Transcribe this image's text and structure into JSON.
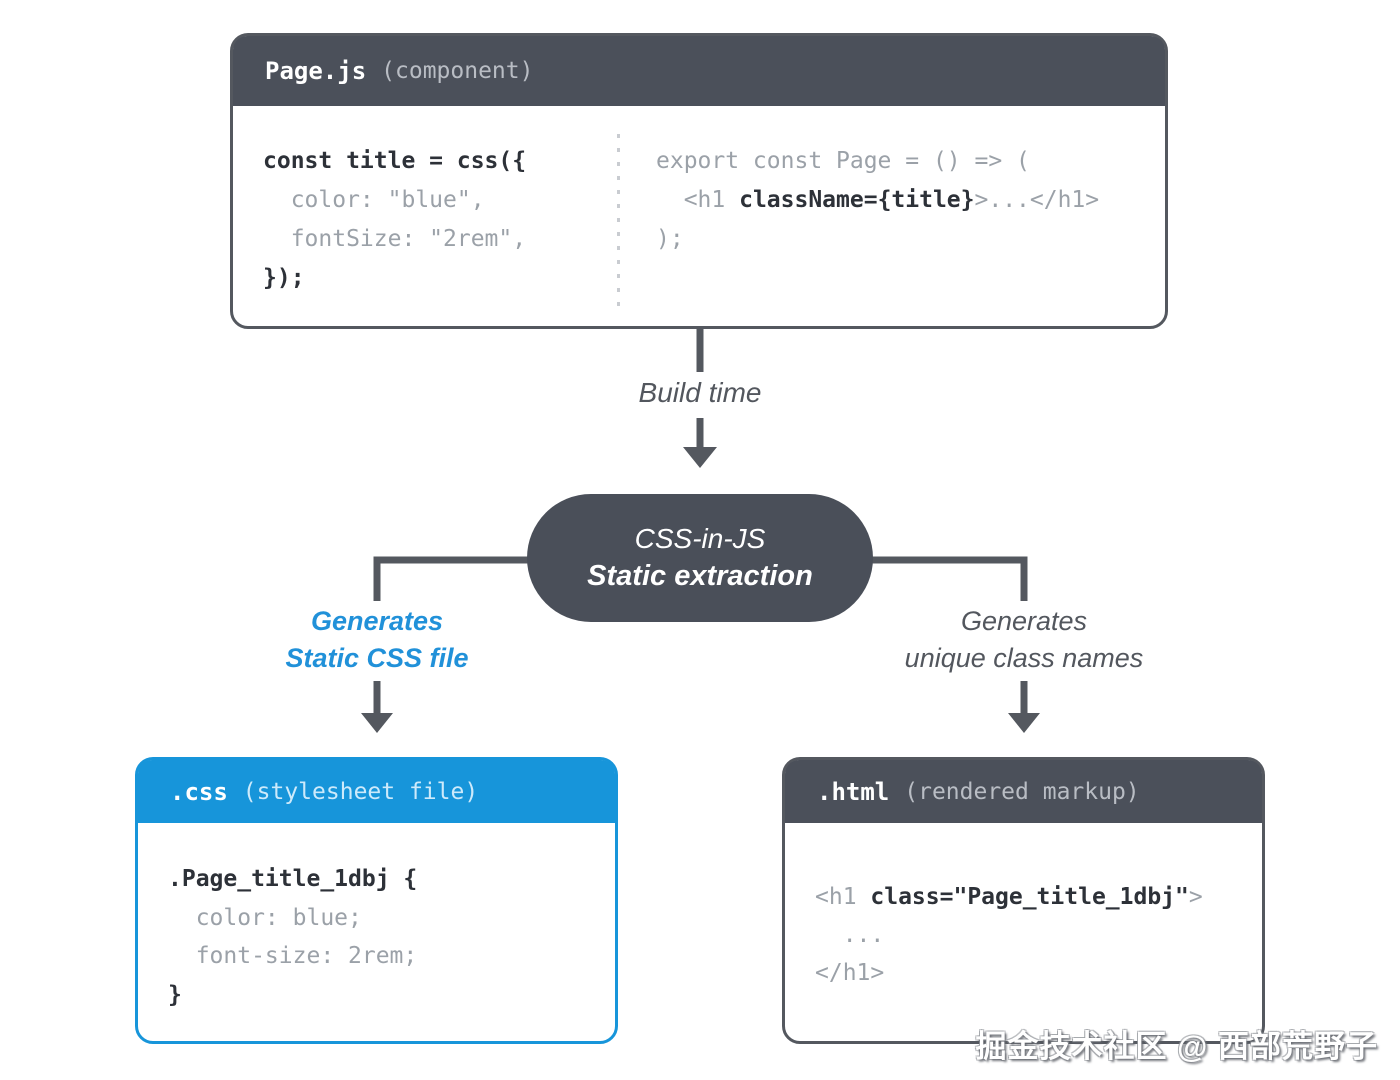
{
  "colors": {
    "slate": "#4b505a",
    "blue": "#1795da",
    "blue_text": "#2191d9",
    "code_dark": "#2d3138",
    "code_gray": "#9ba1a8",
    "arrow": "#54585f"
  },
  "page_js_box": {
    "title": "Page.js",
    "subtitle": "(component)",
    "left_code": {
      "line1": "const title = css({",
      "line2": "  color: \"blue\",",
      "line3": "  fontSize: \"2rem\",",
      "line4": "});"
    },
    "right_code": {
      "line1": "export const Page = () => (",
      "line2_open": "  <h1 ",
      "line2_attr": "className={title}",
      "line2_close": ">...</h1>",
      "line3": ");"
    }
  },
  "flow": {
    "build_time_label": "Build time",
    "pill_line1": "CSS-in-JS",
    "pill_line2": "Static extraction",
    "left_branch_line1": "Generates",
    "left_branch_line2": "Static CSS file",
    "right_branch_line1": "Generates",
    "right_branch_line2": "unique class names"
  },
  "css_box": {
    "title": ".css",
    "subtitle": "(stylesheet file)",
    "code": {
      "line1": ".Page_title_1dbj {",
      "line2": "  color: blue;",
      "line3": "  font-size: 2rem;",
      "line4": "}"
    }
  },
  "html_box": {
    "title": ".html",
    "subtitle": "(rendered markup)",
    "code": {
      "line1_open": "<h1 ",
      "line1_attr": "class=\"Page_title_1dbj\"",
      "line1_close": ">",
      "line2": "  ...",
      "line3": "</h1>"
    }
  },
  "watermark": "掘金技术社区 @ 西部荒野子"
}
